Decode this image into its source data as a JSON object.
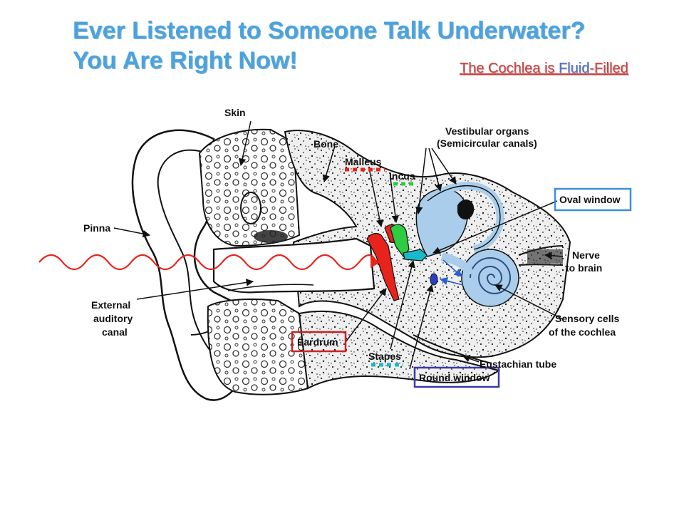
{
  "title": {
    "line1": "Ever Listened to Someone Talk Underwater?",
    "line2": "You Are Right Now!"
  },
  "subtitle": {
    "part1": "The Cochlea is ",
    "part2": "Fluid",
    "part3": "-Filled"
  },
  "labels": {
    "skin": "Skin",
    "bone": "Bone",
    "malleus": "Malleus",
    "incus": "Incus",
    "vestibular_1": "Vestibular organs",
    "vestibular_2": "(Semicircular canals)",
    "oval_window": "Oval window",
    "pinna": "Pinna",
    "nerve_1": "Nerve",
    "nerve_2": "to brain",
    "external_1": "External",
    "external_2": "auditory",
    "external_3": "canal",
    "sensory_1": "Sensory cells",
    "sensory_2": "of the cochlea",
    "eardrum": "Eardrum",
    "stapes": "Stapes",
    "eustachian": "Eustachian tube",
    "round_window": "Round window"
  },
  "colors": {
    "title": "#4aa3df",
    "subtitle_red": "#d93a3a",
    "subtitle_blue": "#4a6fc9",
    "malleus": "#e8231c",
    "incus": "#2ecc40",
    "stapes": "#18b9c9",
    "cochlea_fluid": "#a9cdea",
    "oval_window_box": "#3a8fe0",
    "round_window_box": "#3a3aa8",
    "eardrum_box": "#cc2222",
    "sound_wave": "#e8231c"
  }
}
